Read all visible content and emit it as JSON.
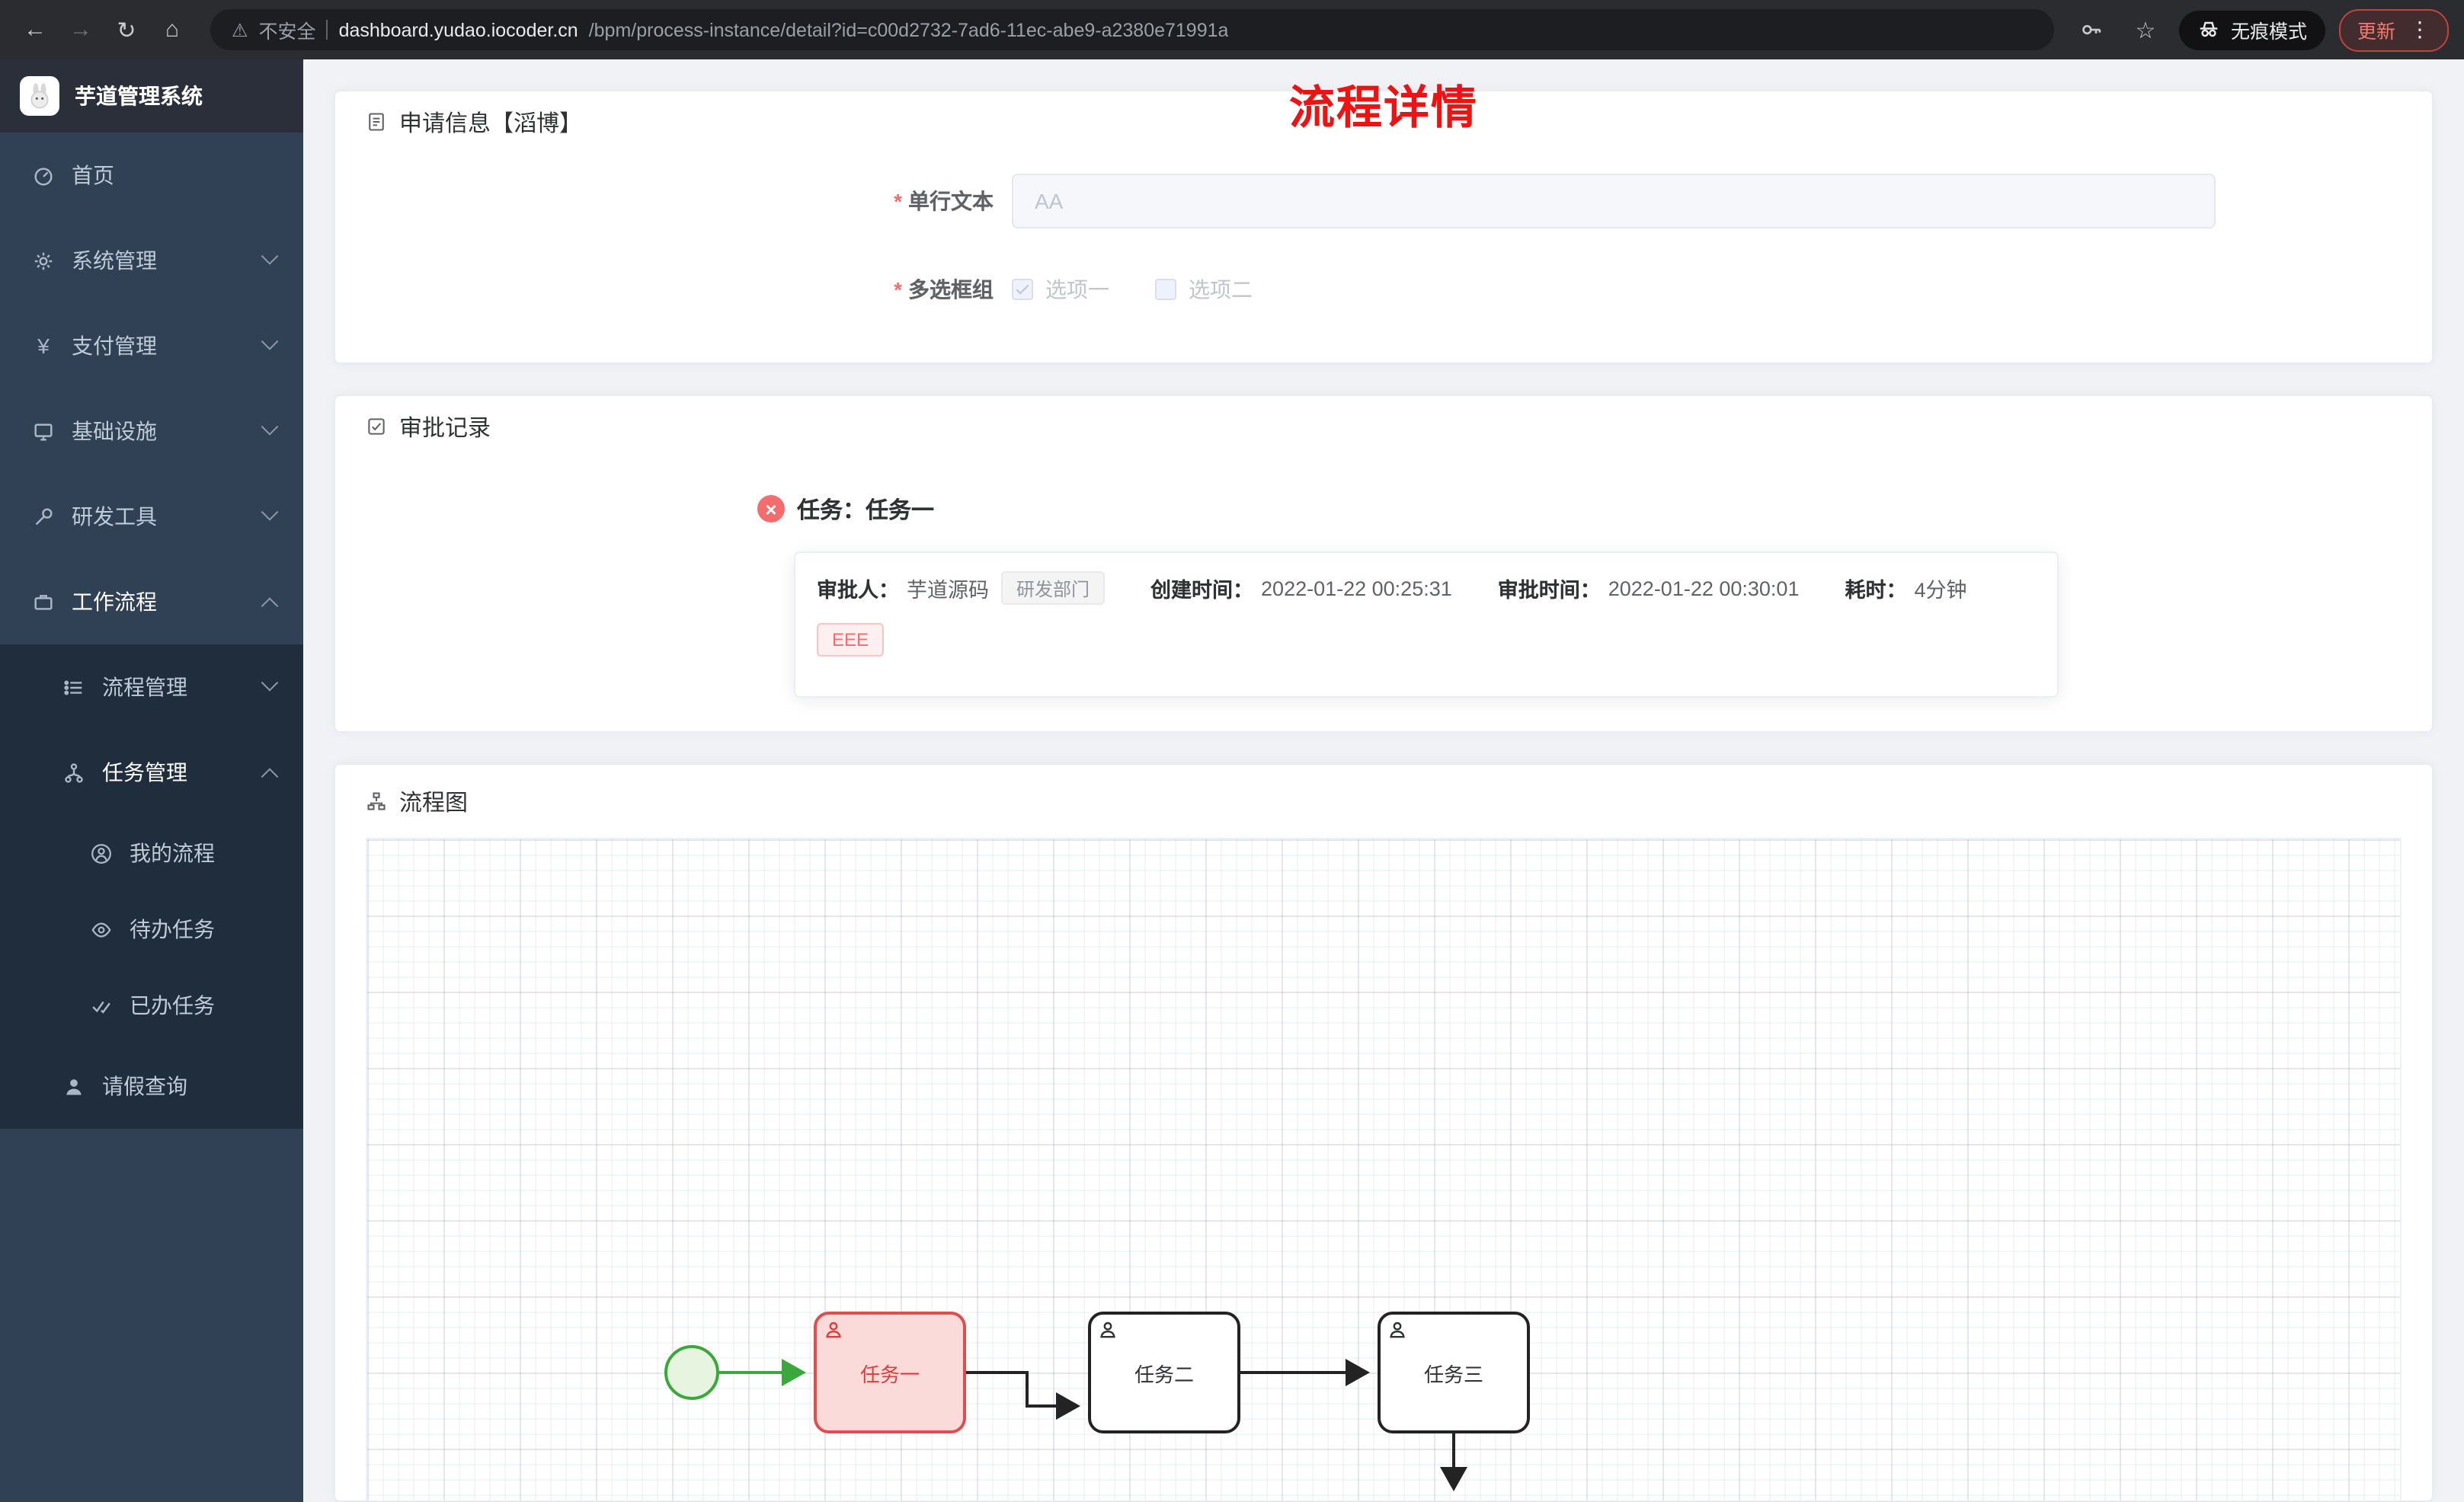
{
  "colors": {
    "title_red": "#ee1212",
    "element_red": "#f56c6c",
    "sidebar_bg": "#304156",
    "submenu_bg": "#1f2d3d",
    "highlight_task_border": "#e24c4c",
    "start_event_green": "#3aa83a"
  },
  "icons": {
    "back": "←",
    "forward": "→",
    "reload": "↻",
    "home": "⌂",
    "warning": "⚠",
    "star": "☆",
    "dots": "⋮",
    "close_x": "×",
    "yen": "¥"
  },
  "browser": {
    "security_label": "不安全",
    "url_host": "dashboard.yudao.iocoder.cn",
    "url_path": "/bpm/process-instance/detail?id=c00d2732-7ad6-11ec-abe9-a2380e71991a",
    "incognito_label": "无痕模式",
    "update_label": "更新"
  },
  "sidebar": {
    "logo_title": "芋道管理系统",
    "items": [
      {
        "label": "首页"
      },
      {
        "label": "系统管理"
      },
      {
        "label": "支付管理"
      },
      {
        "label": "基础设施"
      },
      {
        "label": "研发工具"
      },
      {
        "label": "工作流程"
      },
      {
        "label": "流程管理"
      },
      {
        "label": "任务管理"
      },
      {
        "label": "我的流程"
      },
      {
        "label": "待办任务"
      },
      {
        "label": "已办任务"
      },
      {
        "label": "请假查询"
      }
    ]
  },
  "main": {
    "page_title": "流程详情",
    "apply_card": {
      "header": "申请信息【滔博】",
      "field_text": {
        "label": "单行文本",
        "placeholder": "AA"
      },
      "field_checkbox": {
        "label": "多选框组",
        "option1": "选项一",
        "option2": "选项二"
      }
    },
    "approval_card": {
      "header": "审批记录",
      "task_title": "任务：任务一",
      "approver_label": "审批人：",
      "approver_name": "芋道源码",
      "dept_tag": "研发部门",
      "create_label": "创建时间：",
      "create_time": "2022-01-22 00:25:31",
      "approve_label": "审批时间：",
      "approve_time": "2022-01-22 00:30:01",
      "duration_label": "耗时：",
      "duration_value": "4分钟",
      "comment_tag": "EEE"
    },
    "diagram_card": {
      "header": "流程图",
      "task1": "任务一",
      "task2": "任务二",
      "task3": "任务三"
    }
  }
}
